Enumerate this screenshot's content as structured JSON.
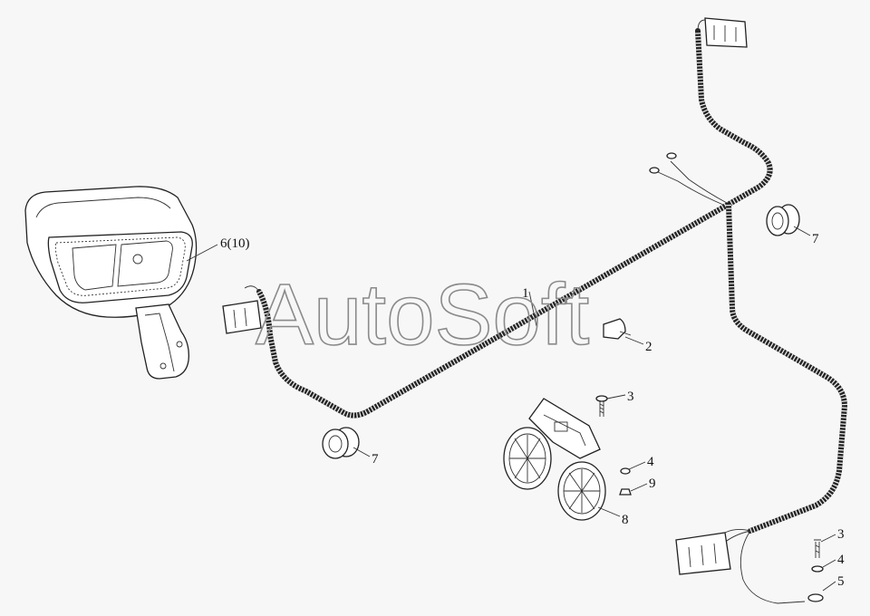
{
  "watermark": "AutoSoft",
  "callouts": {
    "headlamp": "6(10)",
    "harness": "1",
    "switch": "2",
    "grommet_right": "7",
    "grommet_left": "7",
    "bolt_horn": "3",
    "washer_horn": "4",
    "nut_horn": "9",
    "horn": "8",
    "bolt_ground": "3",
    "washer_ground": "4",
    "lug_ground": "5"
  }
}
